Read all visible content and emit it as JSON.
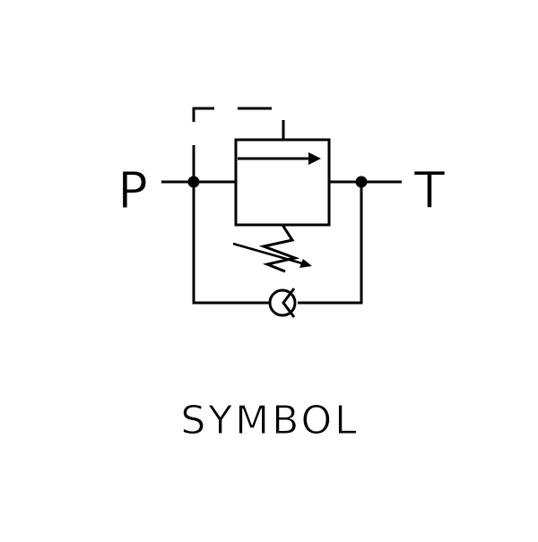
{
  "diagram": {
    "port_pressure_label": "P",
    "port_tank_label": "T",
    "caption": "SYMBOL"
  },
  "colors": {
    "line": "#000000",
    "background": "#ffffff"
  },
  "icons": {
    "valve": "relief-valve-icon",
    "spring": "adjustable-spring-icon",
    "check": "check-valve-icon"
  }
}
